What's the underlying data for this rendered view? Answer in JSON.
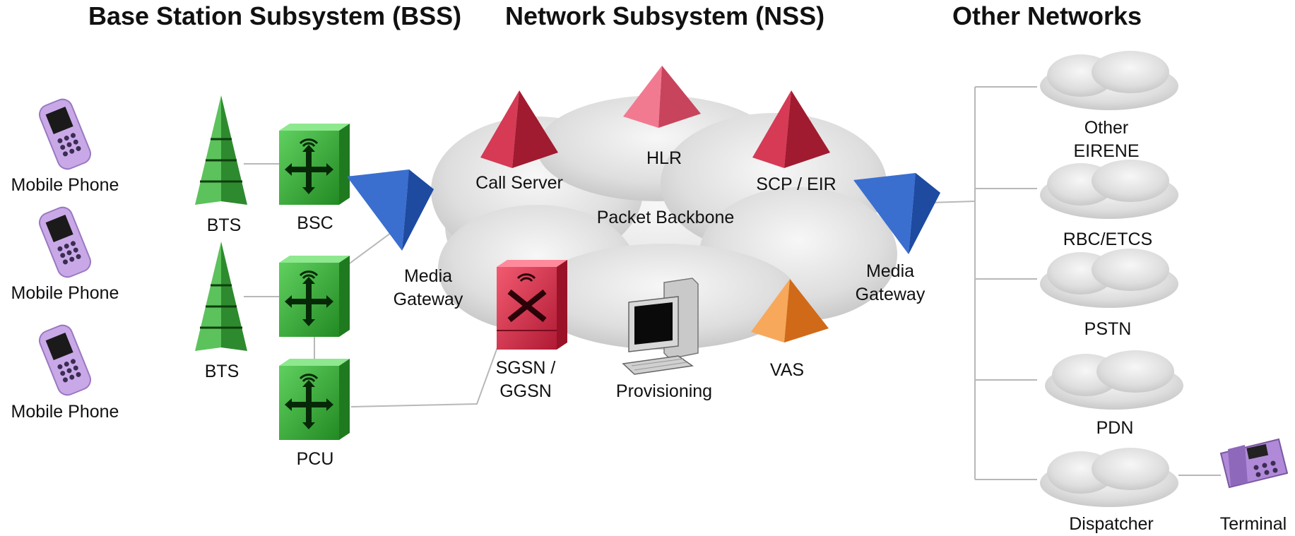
{
  "headers": {
    "bss": "Base Station Subsystem (BSS)",
    "nss": "Network Subsystem (NSS)",
    "other": "Other Networks"
  },
  "labels": {
    "mobile_phone_1": "Mobile Phone",
    "mobile_phone_2": "Mobile Phone",
    "mobile_phone_3": "Mobile Phone",
    "bts_1": "BTS",
    "bts_2": "BTS",
    "bsc": "BSC",
    "pcu": "PCU",
    "media_gateway_left_1": "Media",
    "media_gateway_left_2": "Gateway",
    "call_server": "Call Server",
    "hlr": "HLR",
    "scp_eir": "SCP / EIR",
    "packet_backbone": "Packet Backbone",
    "sgsn_1": "SGSN /",
    "sgsn_2": "GGSN",
    "provisioning": "Provisioning",
    "vas": "VAS",
    "media_gateway_right_1": "Media",
    "media_gateway_right_2": "Gateway",
    "other_eirene_1": "Other",
    "other_eirene_2": "EIRENE",
    "rbc_etcs": "RBC/ETCS",
    "pstn": "PSTN",
    "pdn": "PDN",
    "dispatcher": "Dispatcher",
    "terminal": "Terminal"
  },
  "colors": {
    "phone": "#c9a8e8",
    "bts": "#3fa83f",
    "switch_green": "#3fb83f",
    "switch_red": "#e0304a",
    "gateway": "#3a6fd0",
    "pyramid_red": "#c8243c",
    "pyramid_pink": "#e8607a",
    "pyramid_orange": "#f08a30",
    "cloud": "#e4e4e4",
    "line": "#b8b8b8"
  }
}
